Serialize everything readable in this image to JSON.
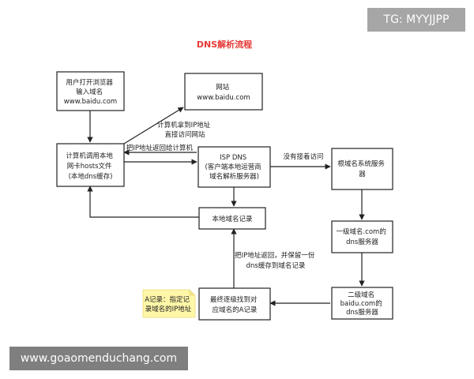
{
  "title": "DNS解析流程",
  "nodes": {
    "user": [
      "用户打开浏览器",
      "输入域名",
      "www.baidu.com"
    ],
    "website": [
      "网站",
      "www.baidu.com"
    ],
    "computer": [
      "计算机调用本地",
      "网卡hosts文件",
      "(本地dns缓存)"
    ],
    "isp": [
      "ISP DNS",
      "(客户端本地运营商",
      "域名解析服务器)"
    ],
    "root": [
      "根域名系统服务",
      "器"
    ],
    "local_record": [
      "本地域名记录"
    ],
    "tld": [
      "一级域名.com的",
      "dns服务器"
    ],
    "second": [
      "二级域名",
      "baidu.com的",
      "dns服务器"
    ],
    "final": [
      "最终逐级找到对",
      "应域名的A记录"
    ],
    "note": [
      "A记录：指定记",
      "录域名的IP地址"
    ]
  },
  "edges": {
    "computer_to_website": [
      "计算机拿到IP地址",
      "直接访问网站"
    ],
    "isp_to_computer": [
      "把IP地址返回给计算机"
    ],
    "isp_to_root": [
      "没有接着访问"
    ],
    "final_to_local": [
      "把IP地址返回，并保留一份",
      "dns缓存到域名记录"
    ]
  },
  "watermarks": {
    "top": "TG: MYYJJPP",
    "bottom": "www.goaomenduchang.com"
  }
}
